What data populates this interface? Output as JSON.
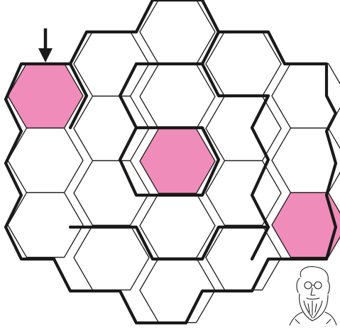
{
  "puzzle": {
    "grid_type": "hexagonal",
    "columns": [
      3,
      4,
      5,
      4,
      3
    ],
    "highlight_color": "#f08cb9",
    "empty_color": "#ffffff",
    "line_color": "#1a1a1a",
    "cells": [
      {
        "id": "c0r0",
        "col": 0,
        "row": 0,
        "highlighted": true,
        "entrance": true
      },
      {
        "id": "c0r1",
        "col": 0,
        "row": 1,
        "highlighted": false
      },
      {
        "id": "c0r2",
        "col": 0,
        "row": 2,
        "highlighted": false
      },
      {
        "id": "c1r0",
        "col": 1,
        "row": 0,
        "highlighted": false
      },
      {
        "id": "c1r1",
        "col": 1,
        "row": 1,
        "highlighted": false
      },
      {
        "id": "c1r2",
        "col": 1,
        "row": 2,
        "highlighted": false
      },
      {
        "id": "c1r3",
        "col": 1,
        "row": 3,
        "highlighted": false
      },
      {
        "id": "c2r0",
        "col": 2,
        "row": 0,
        "highlighted": false
      },
      {
        "id": "c2r1",
        "col": 2,
        "row": 1,
        "highlighted": false
      },
      {
        "id": "c2r2",
        "col": 2,
        "row": 2,
        "highlighted": true
      },
      {
        "id": "c2r3",
        "col": 2,
        "row": 3,
        "highlighted": false
      },
      {
        "id": "c2r4",
        "col": 2,
        "row": 4,
        "highlighted": false
      },
      {
        "id": "c3r0",
        "col": 3,
        "row": 0,
        "highlighted": false
      },
      {
        "id": "c3r1",
        "col": 3,
        "row": 1,
        "highlighted": false
      },
      {
        "id": "c3r2",
        "col": 3,
        "row": 2,
        "highlighted": false
      },
      {
        "id": "c3r3",
        "col": 3,
        "row": 3,
        "highlighted": false
      },
      {
        "id": "c4r0",
        "col": 4,
        "row": 0,
        "highlighted": false
      },
      {
        "id": "c4r1",
        "col": 4,
        "row": 1,
        "highlighted": false
      },
      {
        "id": "c4r2",
        "col": 4,
        "row": 2,
        "highlighted": true
      }
    ],
    "entrance_arrow": {
      "icon": "down-arrow-icon",
      "target_cell": "c0r0"
    },
    "portrait": {
      "icon": "bearded-man-portrait-icon"
    }
  }
}
